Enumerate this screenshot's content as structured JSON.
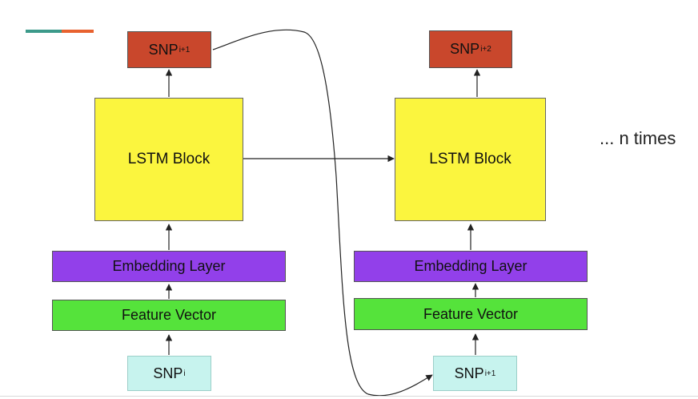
{
  "columns": [
    {
      "output": {
        "base": "SNP",
        "sub": "i+1"
      },
      "lstm_label": "LSTM Block",
      "embedding_label": "Embedding Layer",
      "feature_label": "Feature Vector",
      "input": {
        "base": "SNP",
        "sub": "i"
      }
    },
    {
      "output": {
        "base": "SNP",
        "sub": "i+2"
      },
      "lstm_label": "LSTM Block",
      "embedding_label": "Embedding Layer",
      "feature_label": "Feature Vector",
      "input": {
        "base": "SNP",
        "sub": "i+1"
      }
    }
  ],
  "repeat_label": "... n times",
  "colors": {
    "snp_output": "#c9472c",
    "snp_input": "#c7f3ee",
    "lstm": "#fbf53e",
    "embedding": "#9240ea",
    "feature": "#55e33b",
    "accent_teal": "#3c9a8a",
    "accent_orange": "#e8622f"
  }
}
